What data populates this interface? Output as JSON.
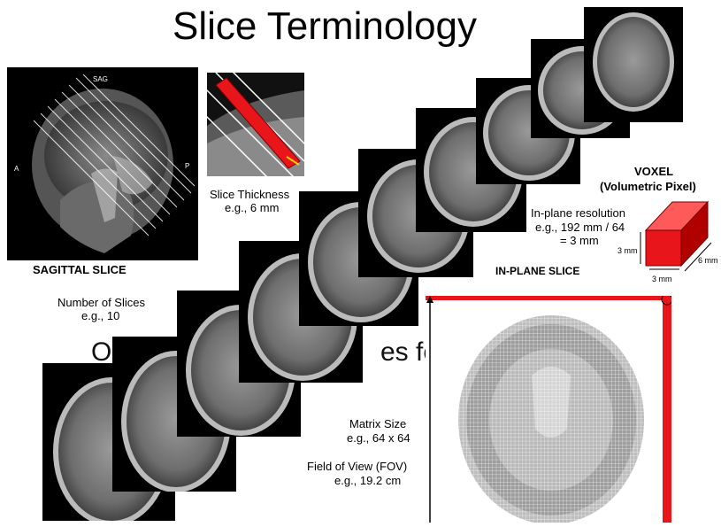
{
  "title": "Slice Terminology",
  "sagittal": {
    "top_label": "SAG",
    "left_label": "A",
    "right_label": "P",
    "caption": "SAGITTAL SLICE"
  },
  "slice_thickness": {
    "label": "Slice Thickness",
    "value": "e.g., 6 mm"
  },
  "num_slices": {
    "label": "Number of Slices",
    "value": "e.g., 10"
  },
  "occluded_text": {
    "left": "O",
    "right": "es for"
  },
  "voxel": {
    "title": "VOXEL",
    "subtitle": "(Volumetric Pixel)",
    "dim_height": "3 mm",
    "dim_width": "3 mm",
    "dim_depth": "6 mm",
    "color": "#e8151b"
  },
  "inplane_resolution": {
    "label": "In-plane resolution",
    "formula": "e.g., 192 mm / 64",
    "result": "= 3 mm"
  },
  "inplane_caption": "IN-PLANE SLICE",
  "matrix_size": {
    "label": "Matrix Size",
    "value": "e.g., 64 x 64"
  },
  "fov": {
    "label": "Field of View (FOV)",
    "value": "e.g., 19.2 cm"
  },
  "accent_color": "#e8151b"
}
